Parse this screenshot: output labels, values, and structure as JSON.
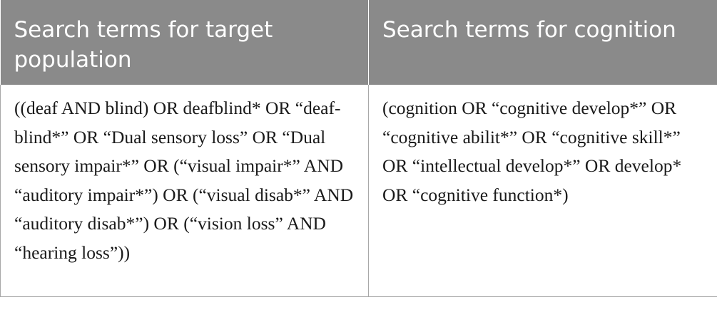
{
  "table": {
    "headers": [
      "Search terms for target population",
      "Search terms for cognition"
    ],
    "rows": [
      [
        "((deaf AND blind) OR deafblind* OR “deaf-blind*” OR “Dual sensory loss” OR “Dual sensory impair*” OR (“visual impair*” AND “auditory impair*”) OR (“visual disab*” AND “auditory disab*”) OR (“vision loss” AND “hearing loss”))",
        "(cognition OR “cognitive develop*” OR “cognitive abilit*” OR “cognitive skill*” OR “intellectual develop*” OR develop* OR “cognitive function*)"
      ]
    ]
  },
  "colors": {
    "header_bg": "#8a8a8a",
    "header_text": "#ffffff",
    "border": "#a8a8a8",
    "body_text": "#1a1a1a"
  }
}
